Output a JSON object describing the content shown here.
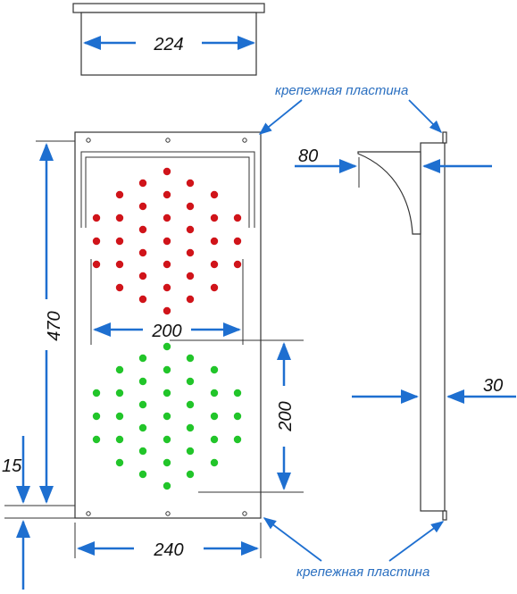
{
  "labels": {
    "plate_top": "крепежная пластина",
    "plate_bottom": "крепежная пластина"
  },
  "dimensions": {
    "top_width": "224",
    "height": "470",
    "bracket": "80",
    "red_width": "200",
    "green_height": "200",
    "depth": "30",
    "bottom_gap": "15",
    "width": "240"
  },
  "colors": {
    "arrow": "#1e6fd0",
    "red_led": "#d0141a",
    "green_led": "#22c52a",
    "outline": "#333333"
  }
}
